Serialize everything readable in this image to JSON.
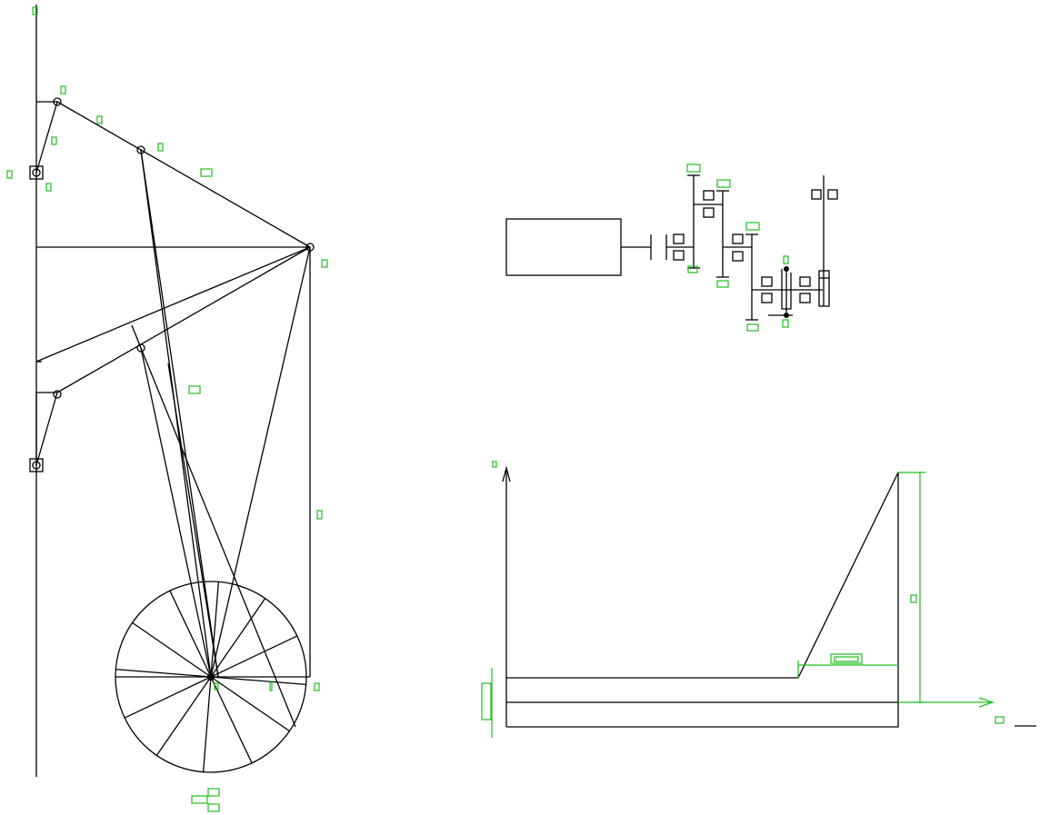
{
  "colors": {
    "ink": "#000000",
    "label": "#1fbf1f",
    "background": "#ffffff"
  },
  "drawing": {
    "kind": "mechanical-schematic",
    "views": [
      "linkage-mechanism",
      "gear-train",
      "motion-diagram"
    ],
    "visible_text": []
  }
}
